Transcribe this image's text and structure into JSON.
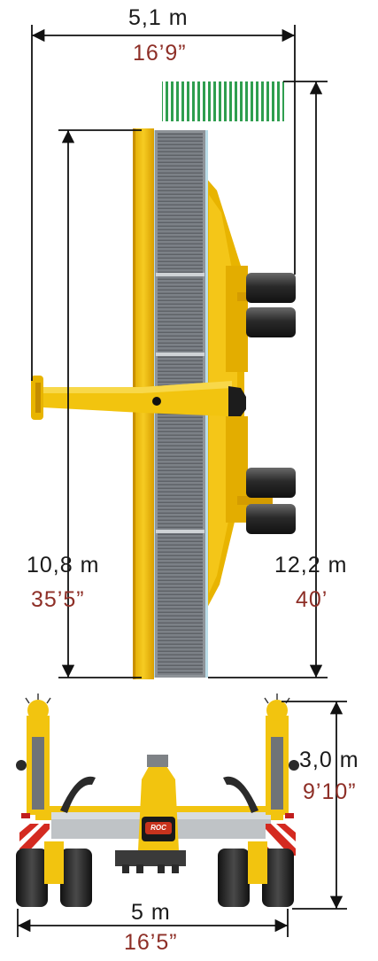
{
  "dimensions": {
    "width_top": {
      "metric": "5,1 m",
      "imperial": "16’9”"
    },
    "length_body": {
      "metric": "10,8 m",
      "imperial": "35’5”"
    },
    "length_total": {
      "metric": "12,2 m",
      "imperial": "40’"
    },
    "height": {
      "metric": "3,0 m",
      "imperial": "9’10”"
    },
    "width_rear": {
      "metric": "5 m",
      "imperial": "16’5”"
    }
  },
  "brand_logo": "ROC",
  "colors": {
    "machine_yellow": "#f2c40f",
    "machine_yellow_dark": "#d9a300",
    "belt_gray": "#7c8187",
    "grass_green": "#2f9e4f",
    "tire_dark": "#2a2a2a",
    "imperial_text": "#8e2f27",
    "dimension_line": "#111111"
  }
}
